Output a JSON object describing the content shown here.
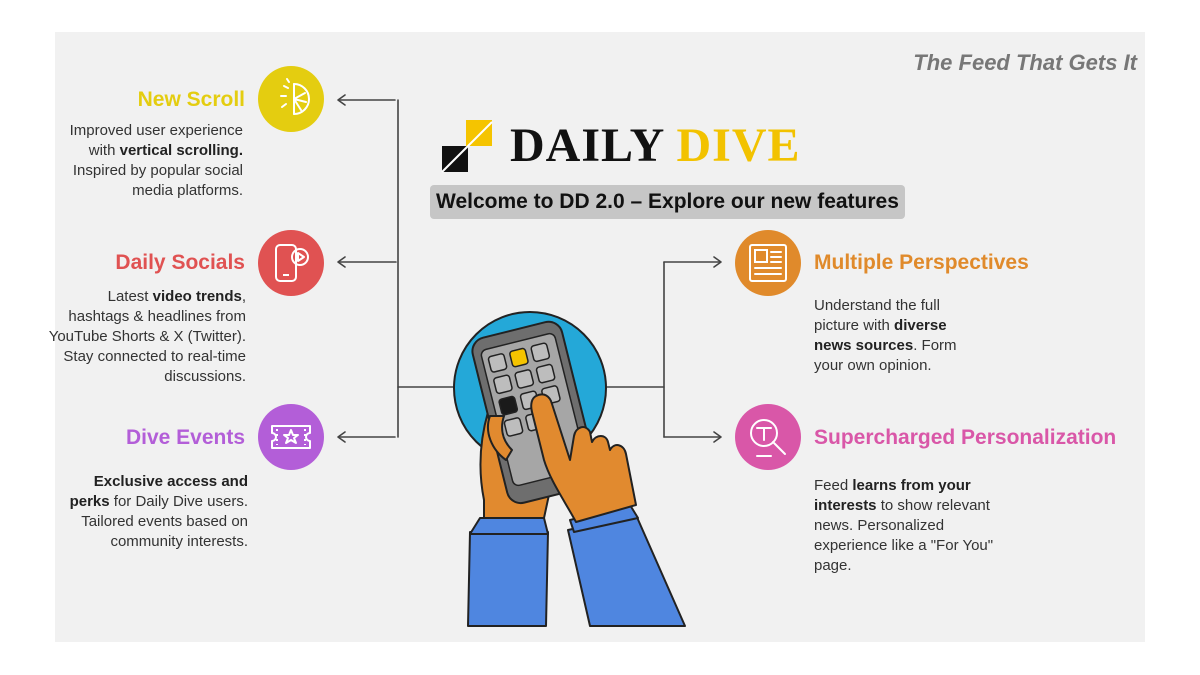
{
  "tagline": "The Feed That Gets It",
  "logo": {
    "word1": "DAILY",
    "word2": "DIVE"
  },
  "welcome": "Welcome to DD 2.0 – Explore our new features",
  "features": {
    "new_scroll": {
      "title": "New Scroll",
      "icon": "lemon-slice-icon",
      "color": "#e4cd10",
      "desc": {
        "p1": "Improved user experience with ",
        "b1": "vertical scrolling.",
        "p2": " Inspired by popular social media platforms."
      }
    },
    "daily_socials": {
      "title": "Daily Socials",
      "icon": "phone-play-icon",
      "color": "#e05252",
      "desc": {
        "p1": "Latest ",
        "b1": "video trends",
        "p2": ", hashtags & headlines from YouTube Shorts & X (Twitter). Stay connected to real-time discussions."
      }
    },
    "dive_events": {
      "title": "Dive Events",
      "icon": "ticket-icon",
      "color": "#b35ed8",
      "desc": {
        "b1": "Exclusive access and perks",
        "p1": " for Daily Dive users. Tailored events based on community interests."
      }
    },
    "multiple_perspectives": {
      "title": "Multiple Perspectives",
      "icon": "newspaper-icon",
      "color": "#e08a2b",
      "desc": {
        "p1": "Understand the full picture with ",
        "b1": "diverse news sources",
        "p2": ". Form your own opinion."
      }
    },
    "supercharged_personalization": {
      "title": "Supercharged Personalization",
      "icon": "magnifier-icon",
      "color": "#d957a8",
      "desc": {
        "p1": "Feed ",
        "b1": "learns from your interests",
        "p2": " to show relevant news. Personalized experience like a \"For You\" page."
      }
    }
  }
}
